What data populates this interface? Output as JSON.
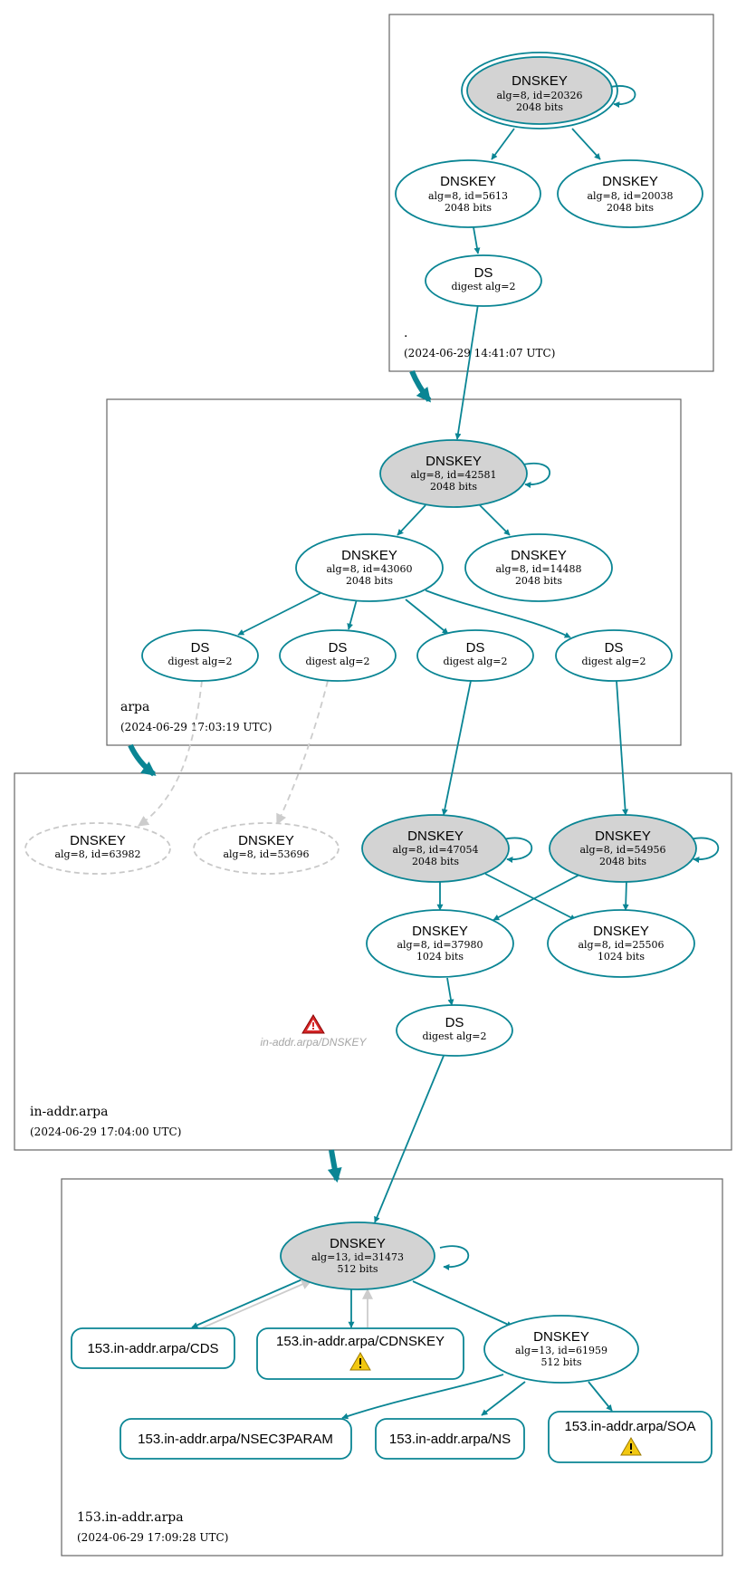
{
  "zones": [
    {
      "name": ".",
      "timestamp": "(2024-06-29 14:41:07 UTC)"
    },
    {
      "name": "arpa",
      "timestamp": "(2024-06-29 17:03:19 UTC)"
    },
    {
      "name": "in-addr.arpa",
      "timestamp": "(2024-06-29 17:04:00 UTC)"
    },
    {
      "name": "153.in-addr.arpa",
      "timestamp": "(2024-06-29 17:09:28 UTC)"
    }
  ],
  "nodes": {
    "root_ksk": {
      "title": "DNSKEY",
      "line1": "alg=8, id=20326",
      "line2": "2048 bits"
    },
    "root_zsk1": {
      "title": "DNSKEY",
      "line1": "alg=8, id=5613",
      "line2": "2048 bits"
    },
    "root_zsk2": {
      "title": "DNSKEY",
      "line1": "alg=8, id=20038",
      "line2": "2048 bits"
    },
    "root_ds": {
      "title": "DS",
      "line1": "digest alg=2"
    },
    "arpa_ksk": {
      "title": "DNSKEY",
      "line1": "alg=8, id=42581",
      "line2": "2048 bits"
    },
    "arpa_zsk1": {
      "title": "DNSKEY",
      "line1": "alg=8, id=43060",
      "line2": "2048 bits"
    },
    "arpa_zsk2": {
      "title": "DNSKEY",
      "line1": "alg=8, id=14488",
      "line2": "2048 bits"
    },
    "arpa_ds1": {
      "title": "DS",
      "line1": "digest alg=2"
    },
    "arpa_ds2": {
      "title": "DS",
      "line1": "digest alg=2"
    },
    "arpa_ds3": {
      "title": "DS",
      "line1": "digest alg=2"
    },
    "arpa_ds4": {
      "title": "DS",
      "line1": "digest alg=2"
    },
    "ia_missing1": {
      "title": "DNSKEY",
      "line1": "alg=8, id=63982"
    },
    "ia_missing2": {
      "title": "DNSKEY",
      "line1": "alg=8, id=53696"
    },
    "ia_ksk1": {
      "title": "DNSKEY",
      "line1": "alg=8, id=47054",
      "line2": "2048 bits"
    },
    "ia_ksk2": {
      "title": "DNSKEY",
      "line1": "alg=8, id=54956",
      "line2": "2048 bits"
    },
    "ia_zsk1": {
      "title": "DNSKEY",
      "line1": "alg=8, id=37980",
      "line2": "1024 bits"
    },
    "ia_zsk2": {
      "title": "DNSKEY",
      "line1": "alg=8, id=25506",
      "line2": "1024 bits"
    },
    "ia_ds": {
      "title": "DS",
      "line1": "digest alg=2"
    },
    "z153_ksk": {
      "title": "DNSKEY",
      "line1": "alg=13, id=31473",
      "line2": "512 bits"
    },
    "z153_zsk": {
      "title": "DNSKEY",
      "line1": "alg=13, id=61959",
      "line2": "512 bits"
    }
  },
  "records": {
    "cds": "153.in-addr.arpa/CDS",
    "cdnskey": "153.in-addr.arpa/CDNSKEY",
    "nsec3param": "153.in-addr.arpa/NSEC3PARAM",
    "ns": "153.in-addr.arpa/NS",
    "soa": "153.in-addr.arpa/SOA"
  },
  "error_label": "in-addr.arpa/DNSKEY",
  "colors": {
    "edge": "#0a8594",
    "ksk_fill": "#d3d3d3",
    "inactive": "#cccccc",
    "warning": "#f2c811",
    "error": "#d62728"
  },
  "icons": [
    "warning-icon",
    "error-icon"
  ]
}
